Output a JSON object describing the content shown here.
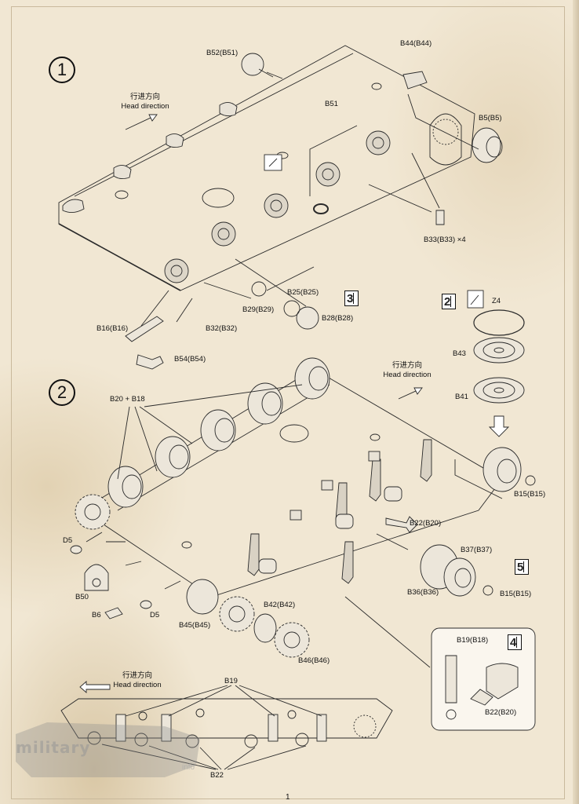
{
  "steps": {
    "step1": "1",
    "step2": "2"
  },
  "direction": {
    "cn": "行进方向",
    "en": "Head direction"
  },
  "labels": {
    "b52": "B52(B51)",
    "b44": "B44(B44)",
    "b51": "B51",
    "b5": "B5(B5)",
    "b33": "B33(B33) ×4",
    "b25": "B25(B25)",
    "b29": "B29(B29)",
    "b28": "B28(B28)",
    "b16": "B16(B16)",
    "b32": "B32(B32)",
    "b54": "B54(B54)",
    "z4": "Z4",
    "b43": "B43",
    "b41": "B41",
    "b20b18": "B20 + B18",
    "d5a": "D5",
    "b50": "B50",
    "b6": "B6",
    "d5b": "D5",
    "b45": "B45(B45)",
    "b42": "B42(B42)",
    "b46": "B46(B46)",
    "b15a": "B15(B15)",
    "b22a": "B22(B20)",
    "b37": "B37(B37)",
    "b36": "B36(B36)",
    "b15b": "B15(B15)",
    "b19b18": "B19(B18)",
    "b22b": "B22(B20)",
    "b19": "B19",
    "b22": "B22"
  },
  "sub_steps": {
    "s3": "3",
    "s2": "2",
    "s5": "5",
    "s4": "4"
  },
  "watermark": "military",
  "watermark_small": "info",
  "page_number": "1"
}
